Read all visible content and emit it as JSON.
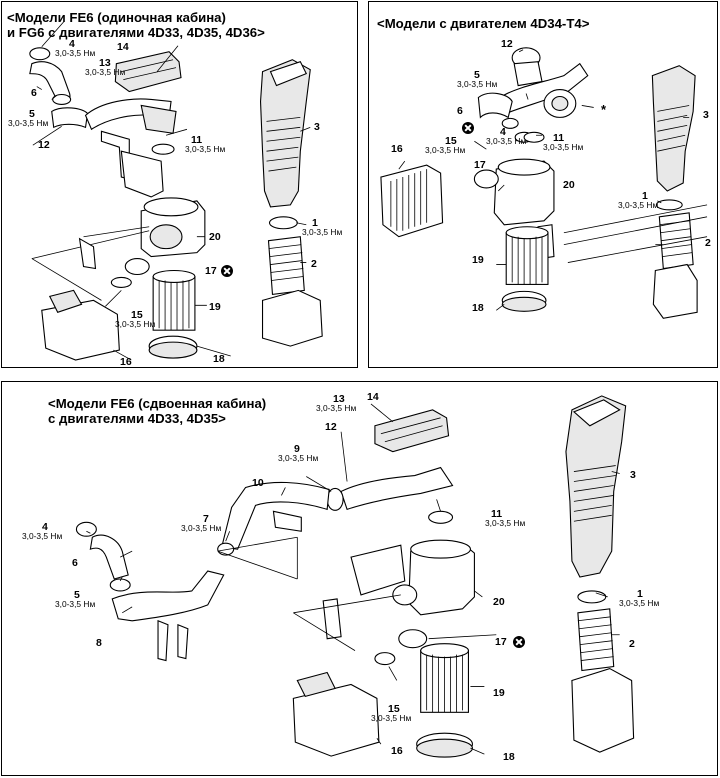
{
  "panels": {
    "single_cab": {
      "title_line1": "<Модели FE6 (одиночная кабина)",
      "title_line2": "и FG6 с двигателями 4D33, 4D35, 4D36>",
      "callouts": [
        {
          "num": "4",
          "torque": "3,0-3,5 Нм"
        },
        {
          "num": "14"
        },
        {
          "num": "13",
          "torque": "3,0-3,5 Нм"
        },
        {
          "num": "6"
        },
        {
          "num": "5",
          "torque": "3,0-3,5 Нм"
        },
        {
          "num": "12"
        },
        {
          "num": "11",
          "torque": "3,0-3,5 Нм"
        },
        {
          "num": "3"
        },
        {
          "num": "1",
          "torque": "3,0-3,5 Нм"
        },
        {
          "num": "20"
        },
        {
          "num": "2"
        },
        {
          "num": "17"
        },
        {
          "num": "15",
          "torque": "3,0-3,5 Нм"
        },
        {
          "num": "19"
        },
        {
          "num": "16"
        },
        {
          "num": "18"
        }
      ]
    },
    "engine_4d34": {
      "title": "<Модели с двигателем 4D34-T4>",
      "asterisk": "*",
      "callouts": [
        {
          "num": "12"
        },
        {
          "num": "5",
          "torque": "3,0-3,5 Нм"
        },
        {
          "num": "6"
        },
        {
          "num": "17"
        },
        {
          "num": "4",
          "torque": "3,0-3,5 Нм"
        },
        {
          "num": "11",
          "torque": "3,0-3,5 Нм"
        },
        {
          "num": "16"
        },
        {
          "num": "15",
          "torque": "3,0-3,5 Нм"
        },
        {
          "num": "20"
        },
        {
          "num": "3"
        },
        {
          "num": "1",
          "torque": "3,0-3,5 Нм"
        },
        {
          "num": "2"
        },
        {
          "num": "19"
        },
        {
          "num": "18"
        }
      ]
    },
    "double_cab": {
      "title_line1": "<Модели FE6 (сдвоенная кабина)",
      "title_line2": "с двигателями 4D33, 4D35>",
      "callouts": [
        {
          "num": "13",
          "torque": "3,0-3,5 Нм"
        },
        {
          "num": "14"
        },
        {
          "num": "12"
        },
        {
          "num": "9",
          "torque": "3,0-3,5 Нм"
        },
        {
          "num": "10"
        },
        {
          "num": "11",
          "torque": "3,0-3,5 Нм"
        },
        {
          "num": "3"
        },
        {
          "num": "4",
          "torque": "3,0-3,5 Нм"
        },
        {
          "num": "7",
          "torque": "3,0-3,5 Нм"
        },
        {
          "num": "6"
        },
        {
          "num": "5",
          "torque": "3,0-3,5 Нм"
        },
        {
          "num": "20"
        },
        {
          "num": "1",
          "torque": "3,0-3,5 Нм"
        },
        {
          "num": "8"
        },
        {
          "num": "17"
        },
        {
          "num": "2"
        },
        {
          "num": "15",
          "torque": "3,0-3,5 Нм"
        },
        {
          "num": "19"
        },
        {
          "num": "16"
        },
        {
          "num": "18"
        }
      ]
    }
  },
  "icons": {
    "do_not_reuse": "circled-x-icon"
  }
}
